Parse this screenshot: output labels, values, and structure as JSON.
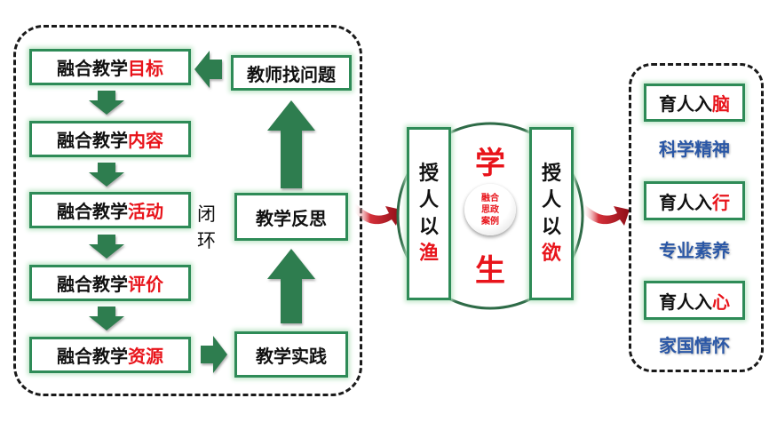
{
  "left_steps": [
    {
      "prefix": "融合教学",
      "highlight": "目标"
    },
    {
      "prefix": "融合教学",
      "highlight": "内容"
    },
    {
      "prefix": "融合教学",
      "highlight": "活动"
    },
    {
      "prefix": "融合教学",
      "highlight": "评价"
    },
    {
      "prefix": "融合教学",
      "highlight": "资源"
    }
  ],
  "right_steps": {
    "find_problem": "教师找问题",
    "reflection": "教学反思",
    "practice": "教学实践"
  },
  "loop_label": [
    "闭",
    "环"
  ],
  "middle": {
    "left_column": {
      "chars": [
        "授",
        "人",
        "以"
      ],
      "highlight": "渔"
    },
    "right_column": {
      "chars": [
        "授",
        "人",
        "以"
      ],
      "highlight": "欲"
    },
    "top_char": "学",
    "bottom_char": "生",
    "center_lines": [
      "融合",
      "思政",
      "案例"
    ]
  },
  "outcomes": [
    {
      "prefix": "育人入",
      "highlight": "脑",
      "sub": "科学精神"
    },
    {
      "prefix": "育人入",
      "highlight": "行",
      "sub": "专业素养"
    },
    {
      "prefix": "育人入",
      "highlight": "心",
      "sub": "家国情怀"
    }
  ],
  "colors": {
    "box_border": "#2e8b57",
    "arrow_green": "#2f7d4f",
    "highlight_red": "#e8141b",
    "sub_blue": "#2a57a6",
    "swoosh_red": "#b0121c"
  }
}
